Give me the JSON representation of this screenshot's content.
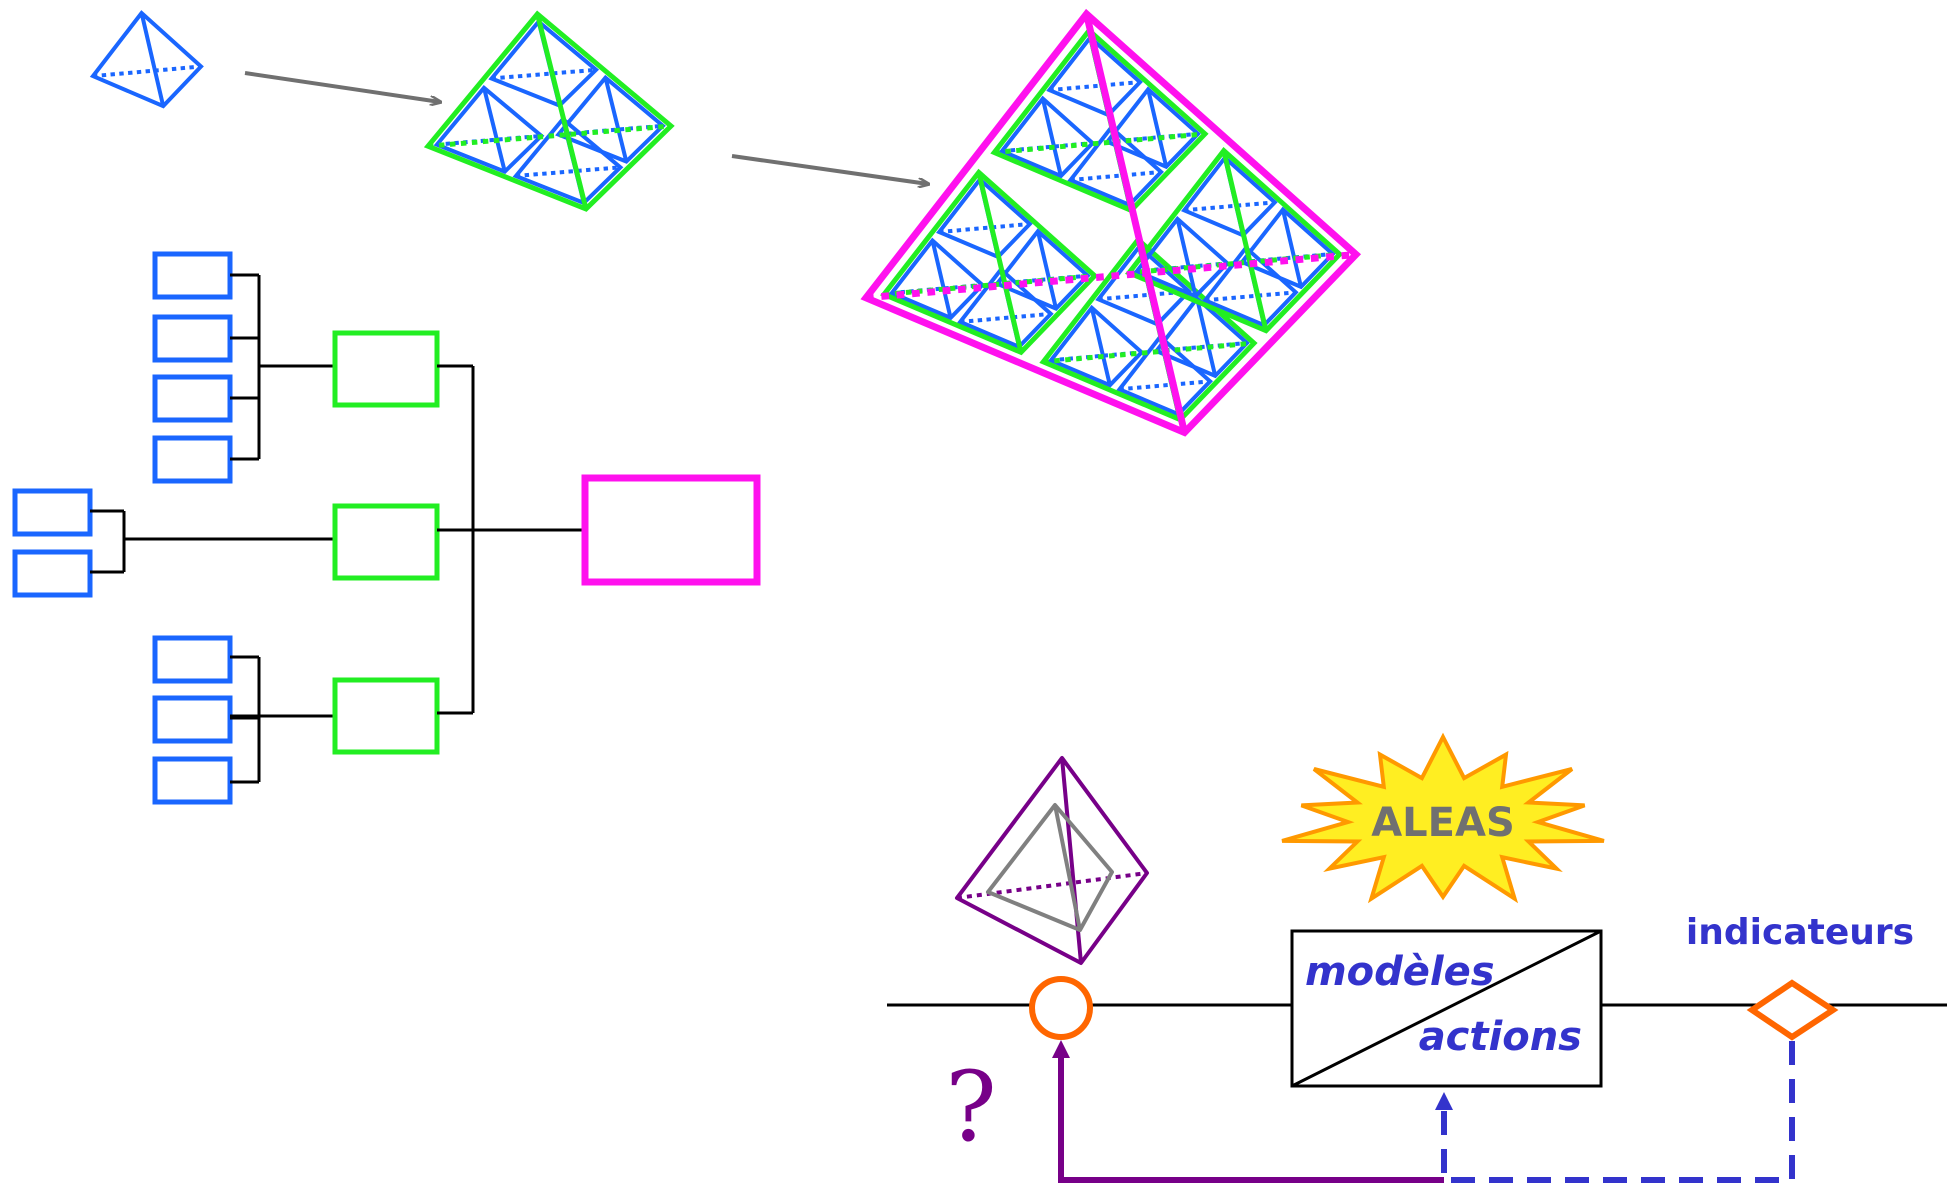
{
  "colors": {
    "level1": "#1a66ff",
    "level2": "#22ee22",
    "level3": "#ff11ee",
    "connector": "#000000",
    "arrow": "#707070",
    "aleas_fill": "#ffee22",
    "aleas_stroke": "#ff9900",
    "aleas_text": "#707070",
    "model_text": "#3333cc",
    "indicator_text": "#3333cc",
    "indicator_shape": "#ff6600",
    "input_circle": "#ff6600",
    "feedback_solid": "#770088",
    "feedback_dashed": "#3333cc",
    "question": "#770088",
    "tetra_outer": "#770088",
    "tetra_inner": "#808080"
  },
  "labels": {
    "aleas": "ALEAS",
    "modeles": "modèles",
    "actions": "actions",
    "indicateurs": "indicateurs",
    "question": "?"
  },
  "icons": {
    "tetrahedron": "tetrahedron-icon",
    "starburst": "starburst-icon",
    "diamond": "diamond-icon",
    "circle": "circle-icon"
  }
}
